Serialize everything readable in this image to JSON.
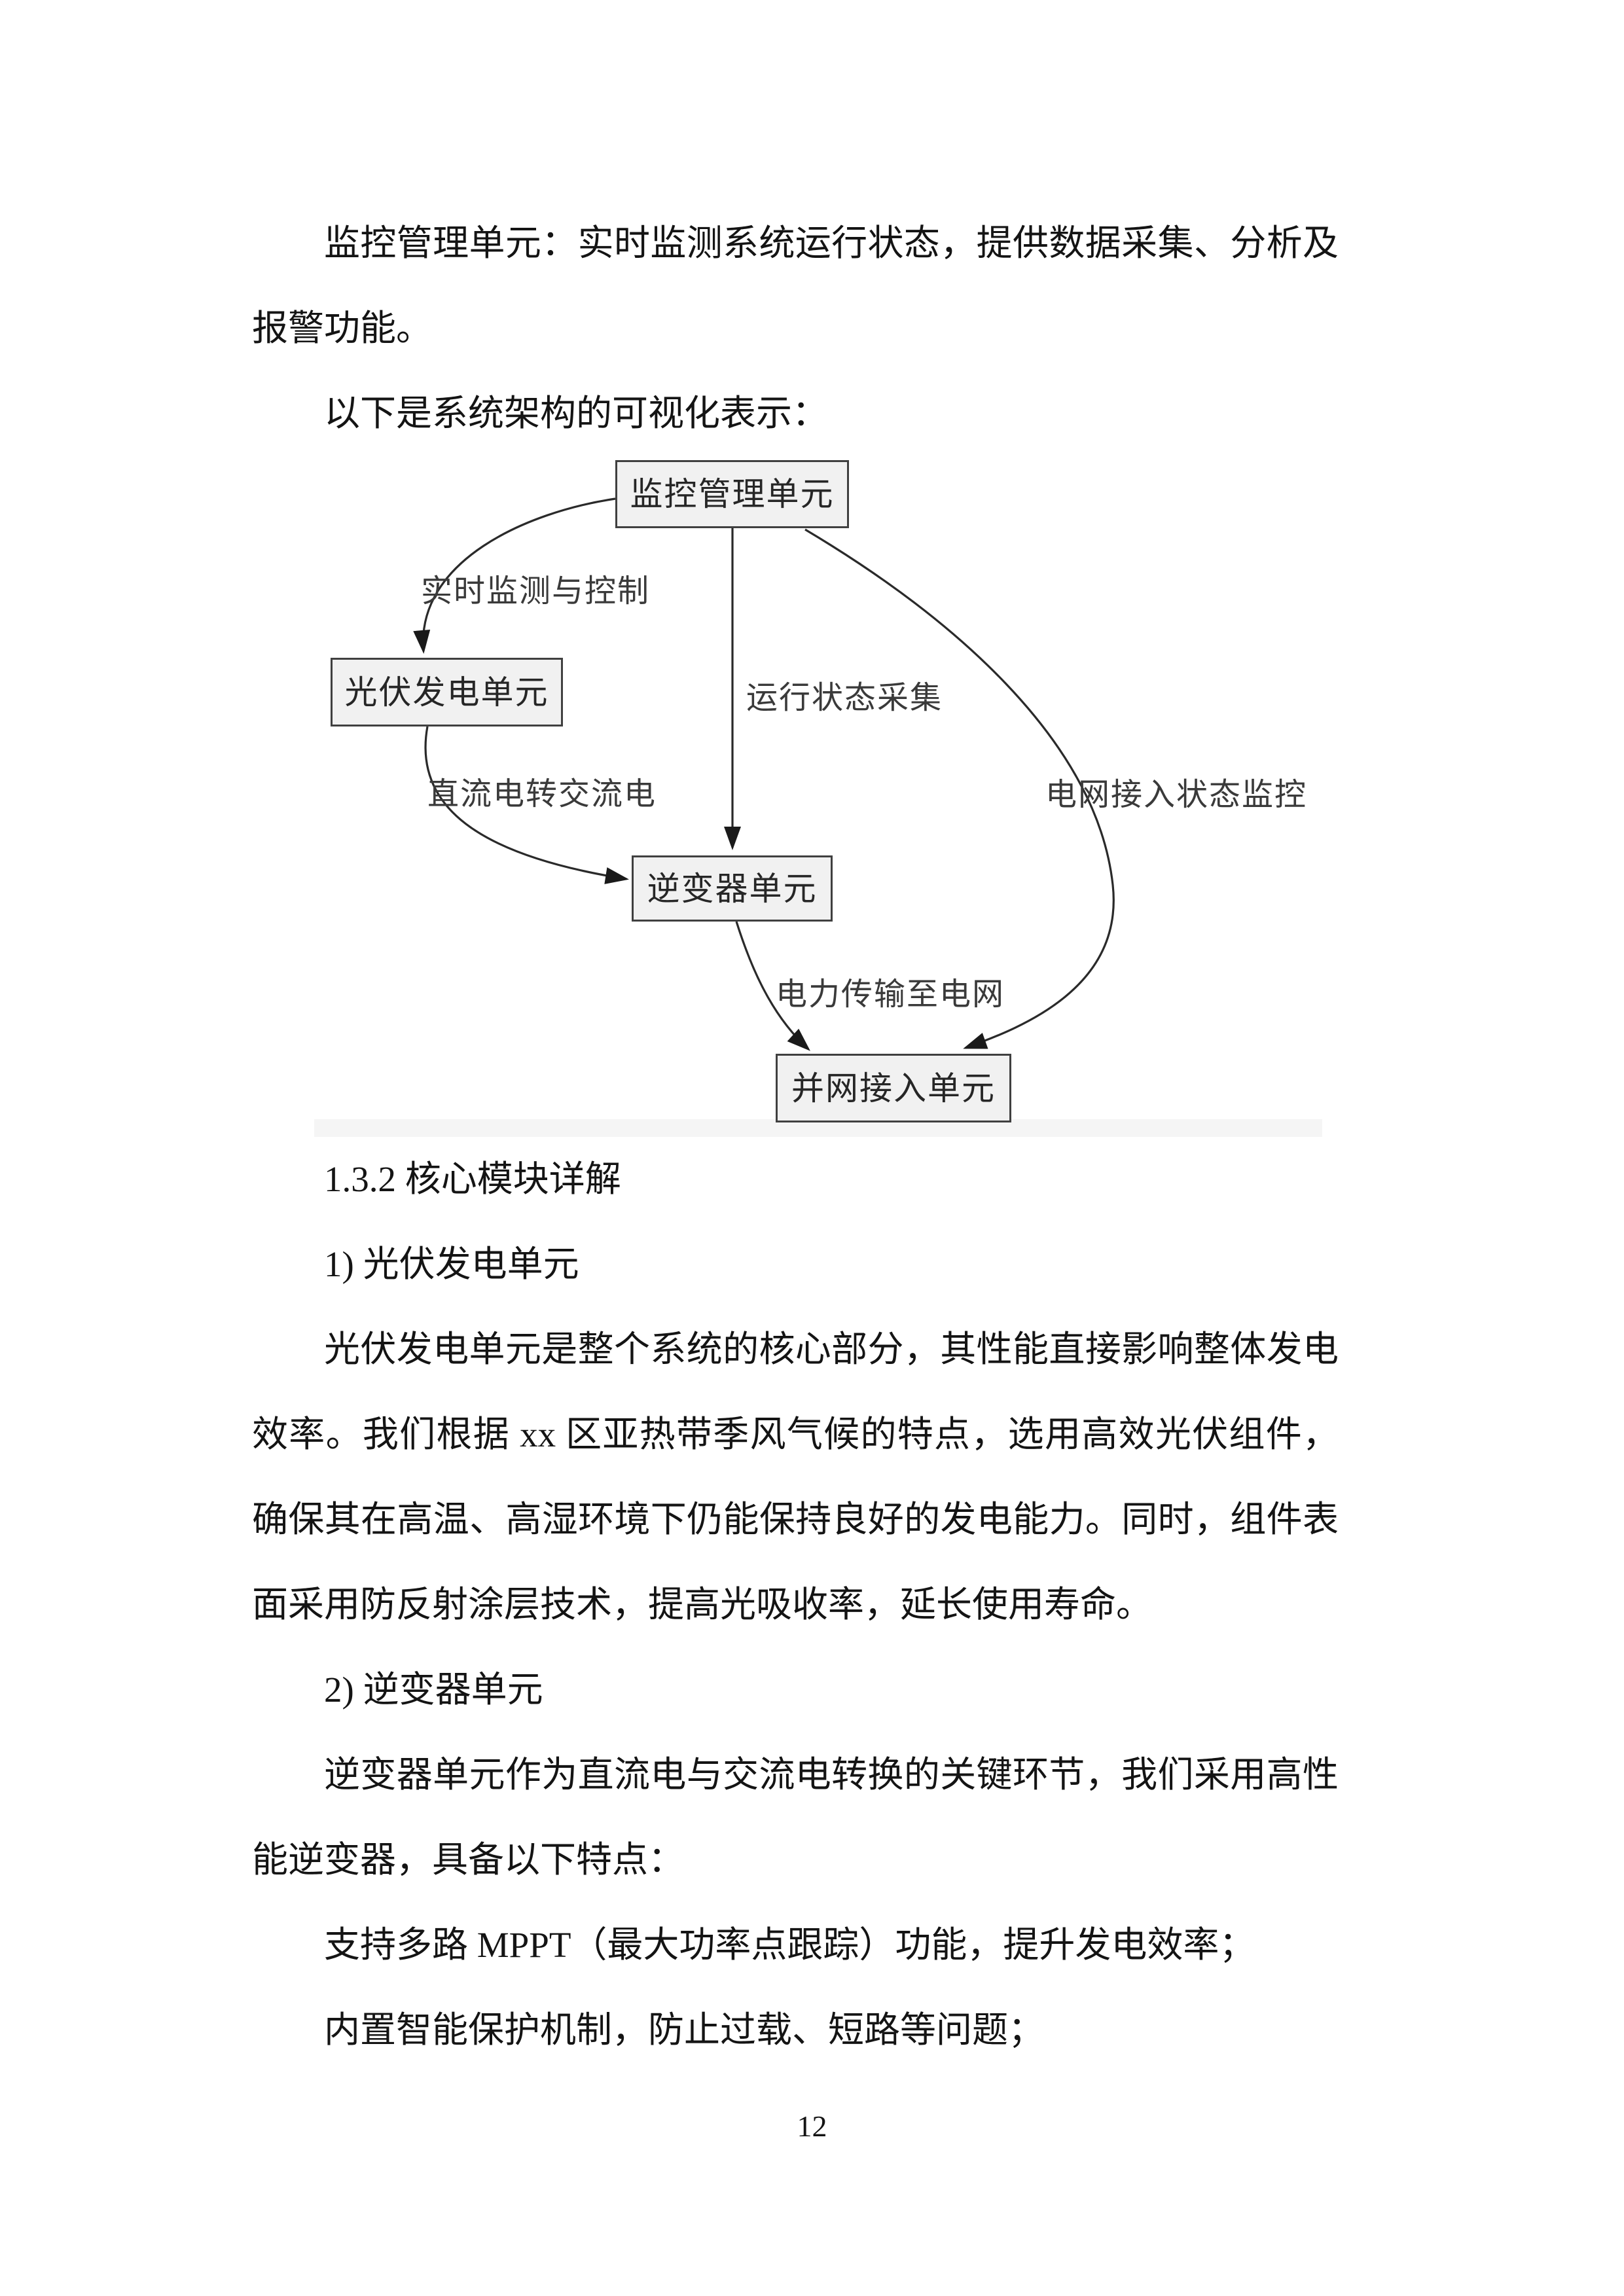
{
  "document": {
    "p1": "监控管理单元：实时监测系统运行状态，提供数据采集、分析及报警功能。",
    "p2": "以下是系统架构的可视化表示：",
    "heading_132": "1.3.2 核心模块详解",
    "item1_title": "1) 光伏发电单元",
    "p3": "光伏发电单元是整个系统的核心部分，其性能直接影响整体发电效率。我们根据 xx 区亚热带季风气候的特点，选用高效光伏组件，确保其在高温、高湿环境下仍能保持良好的发电能力。同时，组件表面采用防反射涂层技术，提高光吸收率，延长使用寿命。",
    "item2_title": "2) 逆变器单元",
    "p4": "逆变器单元作为直流电与交流电转换的关键环节，我们采用高性能逆变器，具备以下特点：",
    "p5": "支持多路 MPPT（最大功率点跟踪）功能，提升发电效率；",
    "p6": "内置智能保护机制，防止过载、短路等问题；",
    "page_number": "12"
  },
  "diagram": {
    "nodes": [
      {
        "id": "monitor",
        "label": "监控管理单元"
      },
      {
        "id": "pv",
        "label": "光伏发电单元"
      },
      {
        "id": "inverter",
        "label": "逆变器单元"
      },
      {
        "id": "grid",
        "label": "并网接入单元"
      }
    ],
    "edges": [
      {
        "from": "monitor",
        "to": "pv",
        "label": "实时监测与控制"
      },
      {
        "from": "monitor",
        "to": "inverter",
        "label": "运行状态采集"
      },
      {
        "from": "pv",
        "to": "inverter",
        "label": "直流电转交流电"
      },
      {
        "from": "monitor",
        "to": "grid",
        "label": "电网接入状态监控"
      },
      {
        "from": "inverter",
        "to": "grid",
        "label": "电力传输至电网"
      }
    ],
    "colors": {
      "node_fill": "#f1f1f1",
      "node_border": "#404040",
      "line": "#2a2a2a",
      "label_text": "#3a3a3a"
    }
  }
}
